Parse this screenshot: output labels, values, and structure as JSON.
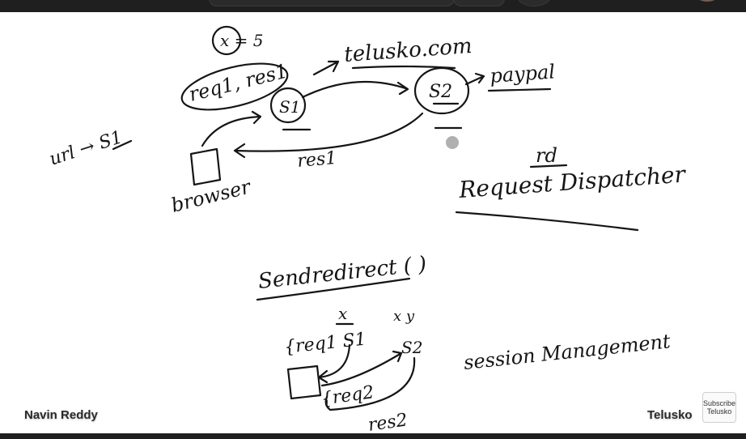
{
  "whiteboard": {
    "x_eq": "x = 5",
    "req_res": "req1, res1",
    "s1": "S1",
    "s2": "S2",
    "telusko": "telusko.com",
    "paypal": "paypal",
    "res1": "res1",
    "url_s1": "url → S1",
    "browser": "browser",
    "rd": "rd",
    "request_dispatcher": "Request Dispatcher",
    "sendredirect": "Sendredirect ( )",
    "x_bottom": "x",
    "xy": "x y",
    "req1_s1": "{req1 S1",
    "s2_bottom": "S2",
    "req2": "{req2",
    "res2": "res2",
    "session_management": "session Management"
  },
  "overlay": {
    "presenter_name": "Navin Reddy",
    "channel_name": "Telusko",
    "subscribe_line1": "Subscribe",
    "subscribe_line2": "Telusko"
  },
  "colors": {
    "ink": "#151515",
    "background": "#ffffff",
    "bars": "#1f1f1f"
  }
}
